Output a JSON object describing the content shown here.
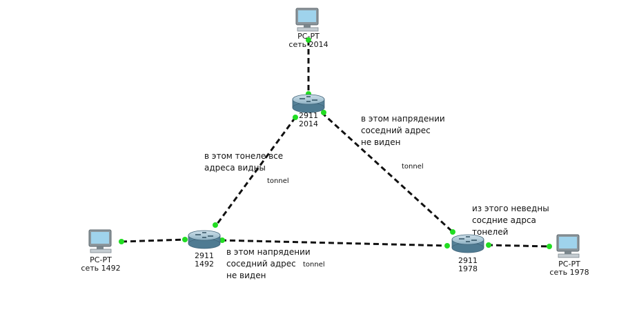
{
  "colors": {
    "link": "#111111",
    "port_dot": "#22dd22",
    "router_body": "#6d97ad",
    "pc_screen": "#9fd3ec",
    "pc_frame": "#8b969c"
  },
  "devices": {
    "pc_top": {
      "icon": "pc-icon",
      "model": "PC-PT",
      "name": "сеть 2014"
    },
    "router_top": {
      "icon": "router-icon",
      "model": "2911",
      "name": "2014"
    },
    "router_left": {
      "icon": "router-icon",
      "model": "2911",
      "name": "1492"
    },
    "router_right": {
      "icon": "router-icon",
      "model": "2911",
      "name": "1978"
    },
    "pc_left": {
      "icon": "pc-icon",
      "model": "PC-PT",
      "name": "сеть 1492"
    },
    "pc_right": {
      "icon": "pc-icon",
      "model": "PC-PT",
      "name": "сеть 1978"
    }
  },
  "annotations": {
    "note_left_link": "в этом тонеле все\nадреса видны",
    "note_right_link": "в этом напрядении\nсоседний адрес\nне виден",
    "note_bottom_link": "в этом напрядении\nсоседний адрес\nне виден",
    "note_router_right": "из этого неведны\nсосдние адрса\nтонелей"
  },
  "tunnel_labels": {
    "left": "tonnel",
    "right": "tonnel",
    "bottom": "tonnel"
  }
}
